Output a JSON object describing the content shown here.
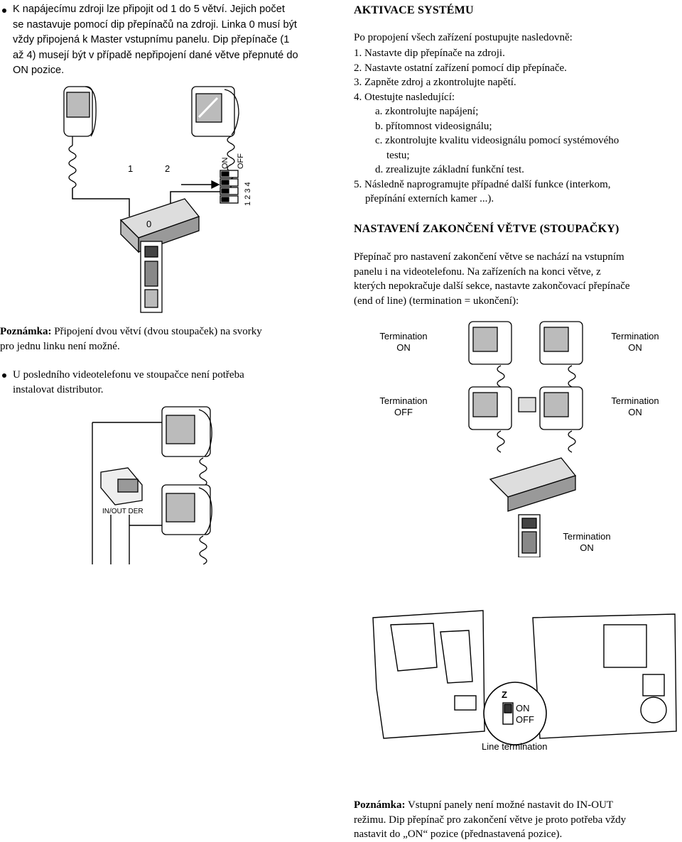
{
  "left_intro": {
    "lines": [
      "K napájecímu zdroji lze připojit od 1 do 5 větví. Jejich počet",
      "se nastavuje pomocí dip přepínačů na zdroji. Linka 0 musí být",
      "vždy připojená k Master vstupnímu panelu. Dip přepínače (1",
      "až 4) musejí být v případě nepřipojení dané větve přepnuté do",
      "ON pozice."
    ]
  },
  "figure_top_left": {
    "label_1": "1",
    "label_2": "2",
    "label_0": "0",
    "dip_on": "ON",
    "dip_off": "OFF",
    "dip_numbers": "1 2 3 4"
  },
  "aktivace": {
    "heading": "AKTIVACE SYSTÉMU",
    "intro": "Po propojení všech zařízení postupujte nasledovně:",
    "steps": [
      "1. Nastavte dip přepínače na zdroji.",
      "2. Nastavte ostatní zařízení pomocí dip přepínače.",
      "3. Zapněte zdroj a zkontrolujte napětí.",
      "4. Otestujte nasledující:",
      "a. zkontrolujte napájení;",
      "b. přítomnost videosignálu;",
      "c. zkontrolujte kvalitu videosignálu pomocí systémového",
      "testu;",
      "d. zrealizujte základní funkční test.",
      "5. Následně naprogramujte případné další funkce (interkom,",
      "přepínání externích kamer ...)."
    ]
  },
  "nastaveni": {
    "heading": "NASTAVENÍ ZAKONČENÍ VĚTVE (STOUPAČKY)",
    "lines": [
      "Přepínač pro nastavení zakončení větve se nachází na vstupním",
      "panelu i na videotelefonu. Na zařízeních na konci větve, z",
      "kterých nepokračuje další sekce, nastavte zakončovací přepínače",
      "(end of line) (termination = ukončení):"
    ]
  },
  "note1": {
    "label": "Poznámka:",
    "line1": " Připojení dvou větví (dvou stoupaček) na svorky",
    "line2": "pro jednu linku není možné."
  },
  "bullet2": {
    "line1": "U posledního videotelefonu ve stoupačce není potřeba",
    "line2": "instalovat distributor."
  },
  "figure_distributor": {
    "label": "IN/OUT DER"
  },
  "termination_figure": {
    "tl_1": "Termination",
    "tl_2": "ON",
    "tr_1": "Termination",
    "tr_2": "ON",
    "ml_1": "Termination",
    "ml_2": "OFF",
    "mr_1": "Termination",
    "mr_2": "ON",
    "b_1": "Termination",
    "b_2": "ON"
  },
  "board_figure": {
    "z": "Z",
    "on": "ON",
    "off": "OFF",
    "caption": "Line termination"
  },
  "note2": {
    "label": "Poznámka:",
    "line1": " Vstupní panely není možné nastavit do IN-OUT",
    "line2": "režimu. Dip přepínač pro zakončení větve je proto potřeba vždy",
    "line3": "nastavit do „ON“ pozice (přednastavená pozice)."
  }
}
